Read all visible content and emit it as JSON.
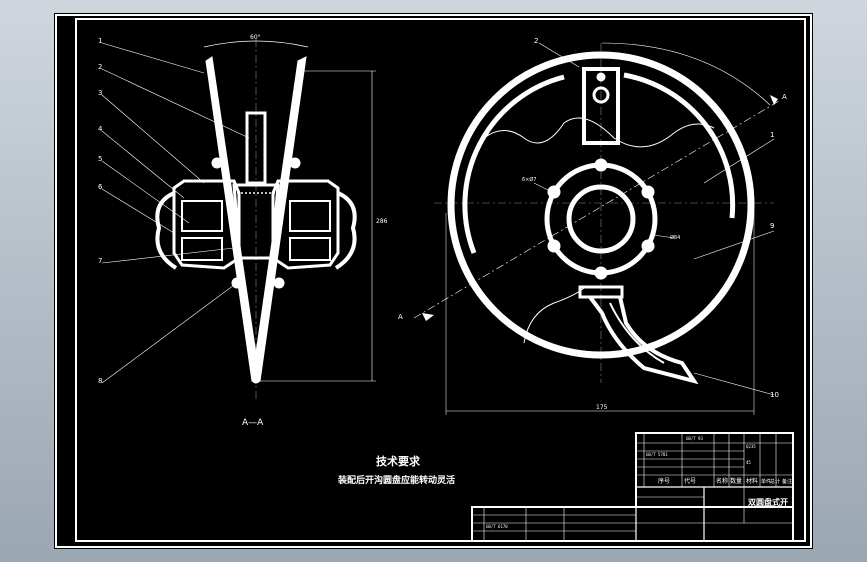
{
  "drawing": {
    "section_view_label": "A—A",
    "section_marks": [
      "A",
      "A"
    ],
    "balloons_left": [
      "1",
      "2",
      "3",
      "4",
      "5",
      "6",
      "7",
      "8"
    ],
    "balloons_right": [
      "2",
      "1",
      "9",
      "10"
    ],
    "dims": {
      "top_angle": "60°",
      "height_left": "286",
      "bottom_width": "175",
      "hole_note": "6×Ø7",
      "bolt_circle": "Ø84"
    },
    "tech_req": {
      "title": "技术要求",
      "text": "装配后开沟圆盘应能转动灵活"
    }
  },
  "title_block": {
    "part_name": "双圆盘式开",
    "headers": [
      "序号",
      "代号",
      "名称",
      "数量",
      "材料",
      "单件",
      "总计",
      "备注"
    ],
    "small_texts": [
      "GB/T 5781",
      "GB/T 93",
      "GB/T 6170",
      "Q235",
      "45"
    ]
  }
}
